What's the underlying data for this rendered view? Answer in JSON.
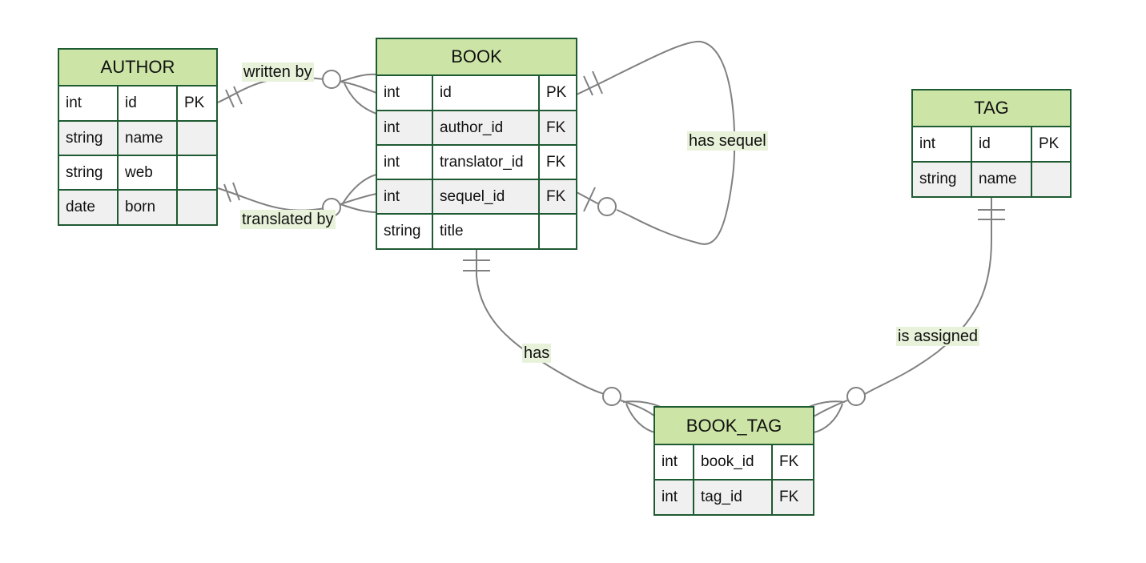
{
  "diagram": {
    "type": "entity-relationship",
    "entities": [
      {
        "name": "AUTHOR",
        "attributes": [
          {
            "type": "int",
            "name": "id",
            "key": "PK"
          },
          {
            "type": "string",
            "name": "name",
            "key": ""
          },
          {
            "type": "string",
            "name": "web",
            "key": ""
          },
          {
            "type": "date",
            "name": "born",
            "key": ""
          }
        ]
      },
      {
        "name": "BOOK",
        "attributes": [
          {
            "type": "int",
            "name": "id",
            "key": "PK"
          },
          {
            "type": "int",
            "name": "author_id",
            "key": "FK"
          },
          {
            "type": "int",
            "name": "translator_id",
            "key": "FK"
          },
          {
            "type": "int",
            "name": "sequel_id",
            "key": "FK"
          },
          {
            "type": "string",
            "name": "title",
            "key": ""
          }
        ]
      },
      {
        "name": "TAG",
        "attributes": [
          {
            "type": "int",
            "name": "id",
            "key": "PK"
          },
          {
            "type": "string",
            "name": "name",
            "key": ""
          }
        ]
      },
      {
        "name": "BOOK_TAG",
        "attributes": [
          {
            "type": "int",
            "name": "book_id",
            "key": "FK"
          },
          {
            "type": "int",
            "name": "tag_id",
            "key": "FK"
          }
        ]
      }
    ],
    "relationships": [
      {
        "label": "written by",
        "from": "AUTHOR",
        "to": "BOOK",
        "from_cardinality": "exactly-one",
        "to_cardinality": "zero-or-many"
      },
      {
        "label": "translated by",
        "from": "AUTHOR",
        "to": "BOOK",
        "from_cardinality": "exactly-one",
        "to_cardinality": "zero-or-many"
      },
      {
        "label": "has sequel",
        "from": "BOOK",
        "to": "BOOK",
        "from_cardinality": "exactly-one",
        "to_cardinality": "zero-or-one"
      },
      {
        "label": "has",
        "from": "BOOK",
        "to": "BOOK_TAG",
        "from_cardinality": "exactly-one",
        "to_cardinality": "zero-or-many"
      },
      {
        "label": "is assigned",
        "from": "TAG",
        "to": "BOOK_TAG",
        "from_cardinality": "exactly-one",
        "to_cardinality": "zero-or-many"
      }
    ],
    "colors": {
      "header_fill": "#cce5a6",
      "border": "#1e5a32",
      "alt_row": "#f0f0f0",
      "line": "#808080",
      "label_bg": "#e8f2da"
    }
  }
}
